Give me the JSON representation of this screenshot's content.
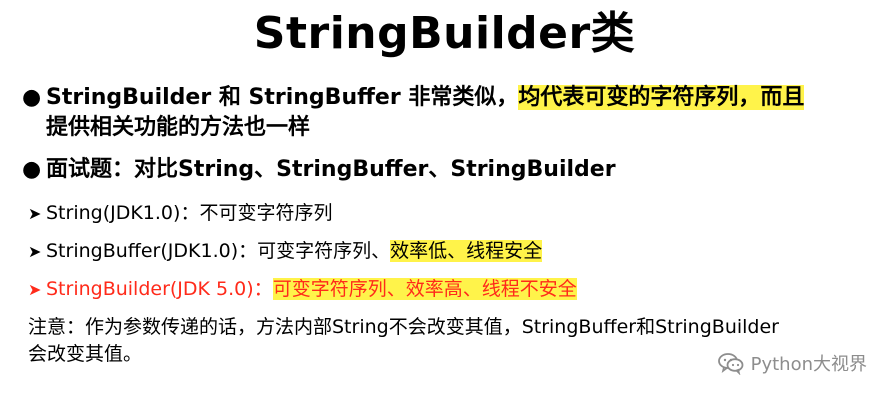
{
  "slide": {
    "title": "StringBuilder类",
    "bullet1": {
      "marker": "●",
      "text_normal": "StringBuilder 和 StringBuffer 非常类似，",
      "text_highlight": "均代表可变的字符序列，而且",
      "line2": "提供相关功能的方法也一样"
    },
    "bullet2": {
      "marker": "●",
      "text": "面试题：对比String、StringBuffer、StringBuilder"
    },
    "items": [
      {
        "arrow": "➤",
        "prefix": "String(JDK1.0)：",
        "normal": "不可变字符序列",
        "highlight": ""
      },
      {
        "arrow": "➤",
        "prefix": "StringBuffer(JDK1.0)：",
        "normal": "可变字符序列、",
        "highlight": "效率低、线程安全"
      },
      {
        "arrow": "➤",
        "prefix": "StringBuilder(JDK 5.0)：",
        "normal": "",
        "highlight": "可变字符序列、效率高、线程不安全"
      }
    ],
    "note": {
      "line1": "注意：作为参数传递的话，方法内部String不会改变其值，StringBuffer和StringBuilder",
      "line2": "会改变其值。"
    },
    "watermark": {
      "text": "Python大视界",
      "icon": "wechat-icon"
    },
    "colors": {
      "highlight": "#fff34a",
      "red": "#ff2a1a",
      "watermark": "#8d8d8d"
    }
  }
}
